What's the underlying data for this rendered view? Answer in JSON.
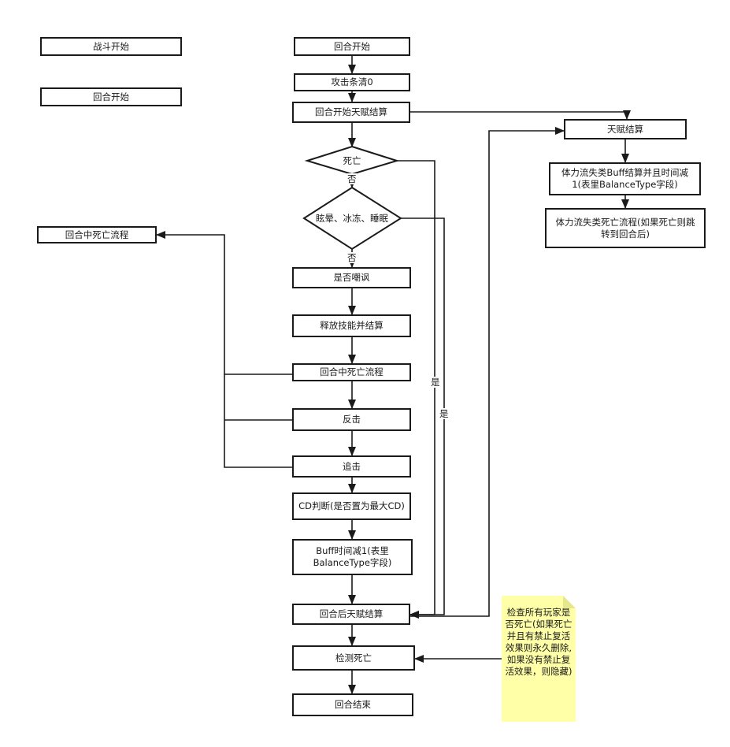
{
  "legend": {
    "battle_start": "战斗开始",
    "round_start": "回合开始"
  },
  "left": {
    "death_flow": "回合中死亡流程"
  },
  "main": {
    "round_start": "回合开始",
    "clear_attack_bar": "攻击条清0",
    "round_start_talent": "回合开始天赋结算",
    "dead": "死亡",
    "no_1": "否",
    "control": "眩晕、冰冻、睡眠",
    "no_2": "否",
    "taunt": "是否嘲讽",
    "cast_skill": "释放技能并结算",
    "mid_round_death": "回合中死亡流程",
    "counter": "反击",
    "follow_up": "追击",
    "cd_check": "CD判断(是否置为最大CD)",
    "buff_decrease": "Buff时间减1(表里BalanceType字段)",
    "round_end_talent": "回合后天赋结算",
    "check_death": "检测死亡",
    "round_end": "回合结束"
  },
  "branch": {
    "yes_1": "是",
    "yes_2": "是"
  },
  "right": {
    "talent": "天赋结算",
    "hp_loss_buff": "体力流失类Buff结算并且时间减1(表里BalanceType字段)",
    "hp_loss_death": "体力流失类死亡流程(如果死亡则跳转到回合后)"
  },
  "note": {
    "text": "检查所有玩家是否死亡(如果死亡并且有禁止复活效果则永久删除,如果没有禁止复活效果，则隐藏)"
  }
}
